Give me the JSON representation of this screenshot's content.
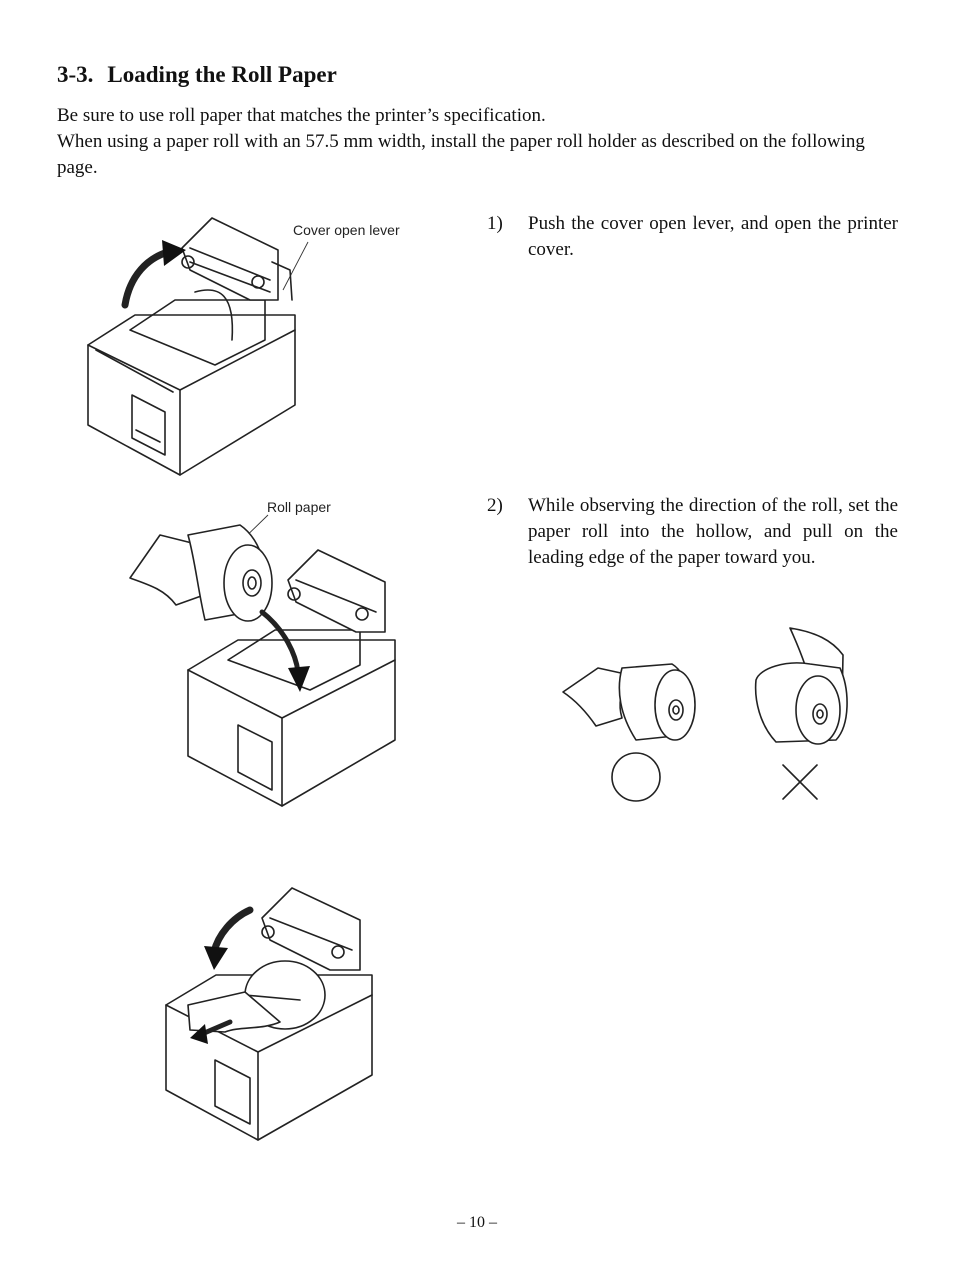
{
  "section": {
    "number": "3-3.",
    "title": "Loading the Roll Paper"
  },
  "intro": {
    "line1": "Be sure to use roll paper that matches the printer’s specification.",
    "line2": "When using a paper roll with an 57.5 mm width, install the paper roll holder as described on the following page."
  },
  "steps": [
    {
      "number": "1)",
      "text": "Push the cover open lever, and open the printer cover."
    },
    {
      "number": "2)",
      "text": "While observing the direction of the roll, set the paper roll into the hollow, and pull on the leading edge of the paper toward you."
    }
  ],
  "callouts": {
    "cover_lever": "Cover open lever",
    "roll_paper": "Roll paper"
  },
  "orientation_marks": {
    "correct": "circle",
    "incorrect": "cross"
  },
  "footer": {
    "page": "– 10 –"
  }
}
